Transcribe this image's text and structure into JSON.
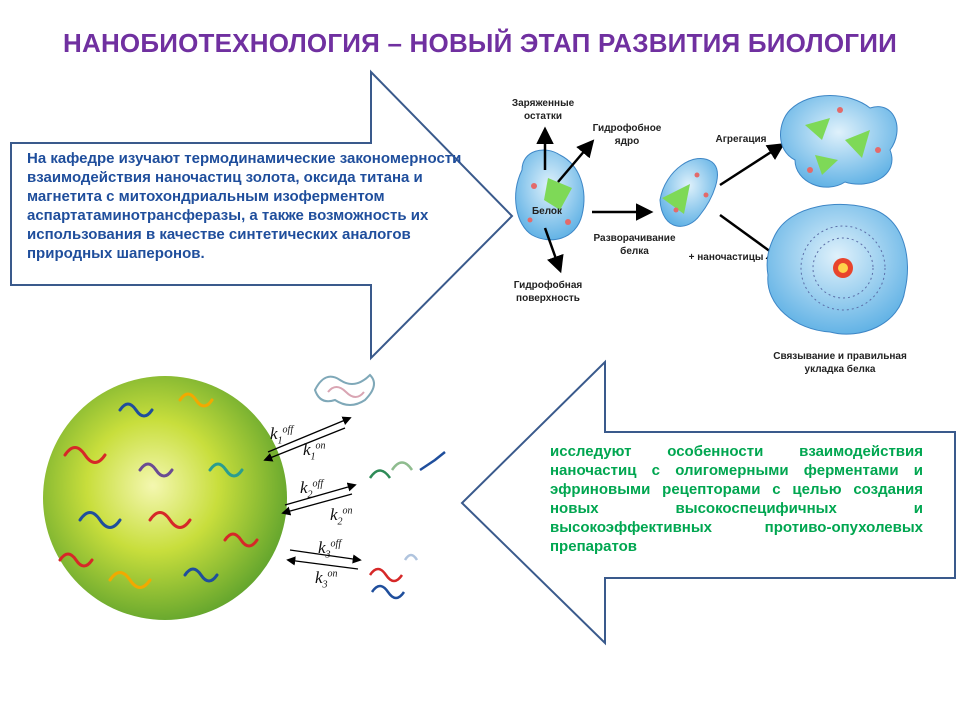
{
  "title": "НАНОБИОТЕХНОЛОГИЯ – НОВЫЙ ЭТАП РАЗВИТИЯ БИОЛОГИИ",
  "left_arrow_text": "На кафедре изучают термодинамические закономерности взаимодействия наночастиц золота, оксида титана и магнетита с митохондриальным изоферментом аспартатаминотрансферазы, а также возможность их использования в качестве синтетических аналогов природных шаперонов.",
  "right_arrow_text": "исследуют особенности взаимодействия наночастиц с олигомерными ферментами и эфриновыми рецепторами с целью создания новых высокоспецифичных и высокоэффективных противо-опухолевых препаратов",
  "diagram_labels": {
    "charged": "Заряженные остатки",
    "hydrophobic_core": "Гидрофобное ядро",
    "protein": "Белок",
    "hydrophobic_surface": "Гидрофобная поверхность",
    "unfolding": "Разворачивание белка",
    "aggregation": "Агрегация",
    "nanoparticles": "+ наночастицы",
    "binding": "Связывание и правильная укладка белка"
  },
  "rates": {
    "k1_off": {
      "k": "k",
      "sub": "1",
      "sup": "off"
    },
    "k1_on": {
      "k": "k",
      "sub": "1",
      "sup": "on"
    },
    "k2_off": {
      "k": "k",
      "sub": "2",
      "sup": "off"
    },
    "k2_on": {
      "k": "k",
      "sub": "2",
      "sup": "on"
    },
    "k3_off": {
      "k": "k",
      "sub": "3",
      "sup": "off"
    },
    "k3_on": {
      "k": "k",
      "sub": "3",
      "sup": "on"
    }
  },
  "colors": {
    "title": "#7030a0",
    "left_text": "#1f4e9c",
    "right_text": "#00a650",
    "arrow_outline": "#3a5a8c",
    "nanoparticle": "#8cc63f"
  }
}
